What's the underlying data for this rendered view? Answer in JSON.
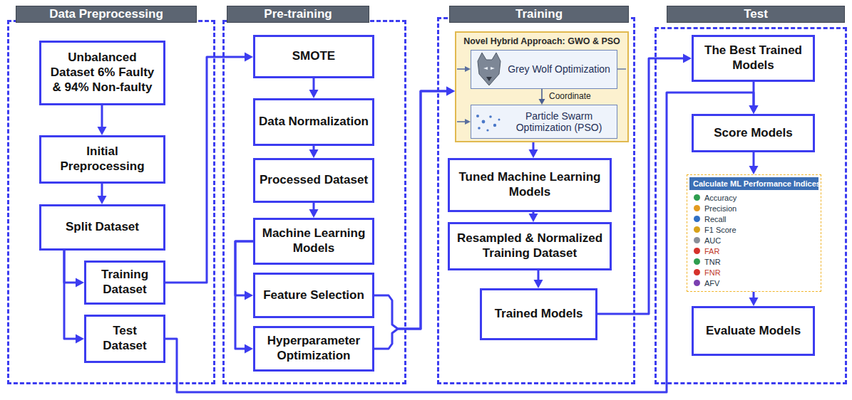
{
  "diagram": {
    "nodes": [
      {
        "text": [
          "Data Preprocessing"
        ]
      },
      {
        "text": [
          "Unbalanced Dataset 6% Faulty & 94% Non-faulty"
        ],
        "in": 0
      },
      {
        "text": [
          "Initial Preprocessing"
        ],
        "in": 0
      },
      {
        "text": [
          "Split Dataset"
        ],
        "in": 0
      },
      {
        "text": [
          "Training Dataset"
        ],
        "in": 0
      },
      {
        "text": [
          "Test Dataset"
        ],
        "in": 0
      },
      {
        "text": [
          "Pre-training"
        ]
      },
      {
        "text": [
          "SMOTE"
        ],
        "in": 6
      },
      {
        "text": [
          "Data Normalization"
        ],
        "in": 6
      },
      {
        "text": [
          "Processed Dataset"
        ],
        "in": 6
      },
      {
        "text": [
          "Machine Learning Models"
        ],
        "in": 6
      },
      {
        "text": [
          "Feature Selection"
        ],
        "in": 6
      },
      {
        "text": [
          "Hyperparameter Optimization"
        ],
        "in": 6
      },
      {
        "text": [
          "Training"
        ]
      },
      {
        "text": [
          "Novel Hybrid Approach: GWO & PSO"
        ],
        "in": 13
      },
      {
        "text": [
          "Grey Wolf Optimization"
        ],
        "in": 14
      },
      {
        "text": [
          "Particle Swarm Optimization (PSO)"
        ],
        "in": 14
      },
      {
        "text": [
          "Tuned Machine Learning Models"
        ],
        "in": 13
      },
      {
        "text": [
          "Resampled & Normalized Training Dataset"
        ],
        "in": 13
      },
      {
        "text": [
          "Trained Models"
        ],
        "in": 13
      },
      {
        "text": [
          "Test"
        ]
      },
      {
        "text": [
          "The Best Trained Models"
        ],
        "in": 20
      },
      {
        "text": [
          "Score Models"
        ],
        "in": 20
      },
      {
        "text": [
          "Calculate ML Performance Indices",
          "Accuracy",
          "Precision",
          "Recall",
          "F1 Score",
          "AUC",
          "FAR",
          "TNR",
          "FNR",
          "AFV"
        ],
        "in": 20
      },
      {
        "text": [
          "Evaluate Models"
        ],
        "in": 20
      }
    ],
    "edges": [
      {
        "from": 1,
        "to": 2,
        "arrow": "to"
      },
      {
        "from": 2,
        "to": 3,
        "arrow": "to"
      },
      {
        "from": 3,
        "to": 4,
        "arrow": "to"
      },
      {
        "from": 3,
        "to": 5,
        "arrow": "to"
      },
      {
        "from": 4,
        "to": 7,
        "arrow": "to"
      },
      {
        "from": 7,
        "to": 8,
        "arrow": "to"
      },
      {
        "from": 8,
        "to": 9,
        "arrow": "to"
      },
      {
        "from": 9,
        "to": 10,
        "arrow": "to"
      },
      {
        "from": 10,
        "to": 11,
        "arrow": "to"
      },
      {
        "from": 10,
        "to": 12,
        "arrow": "to"
      },
      {
        "from": 11,
        "to": 14,
        "arrow": "to"
      },
      {
        "from": 12,
        "to": 14,
        "arrow": "to"
      },
      {
        "from": 15,
        "to": 16,
        "label": "Coordinate",
        "arrow": "to"
      },
      {
        "from": 14,
        "to": 17,
        "arrow": "to"
      },
      {
        "from": 17,
        "to": 18,
        "arrow": "to"
      },
      {
        "from": 18,
        "to": 19,
        "arrow": "to"
      },
      {
        "from": 19,
        "to": 21,
        "arrow": "to"
      },
      {
        "from": 21,
        "to": 22,
        "arrow": "to"
      },
      {
        "from": 5,
        "to": 22,
        "arrow": "to"
      },
      {
        "from": 22,
        "to": 23,
        "arrow": "to"
      },
      {
        "from": 23,
        "to": 24,
        "arrow": "to"
      }
    ]
  }
}
